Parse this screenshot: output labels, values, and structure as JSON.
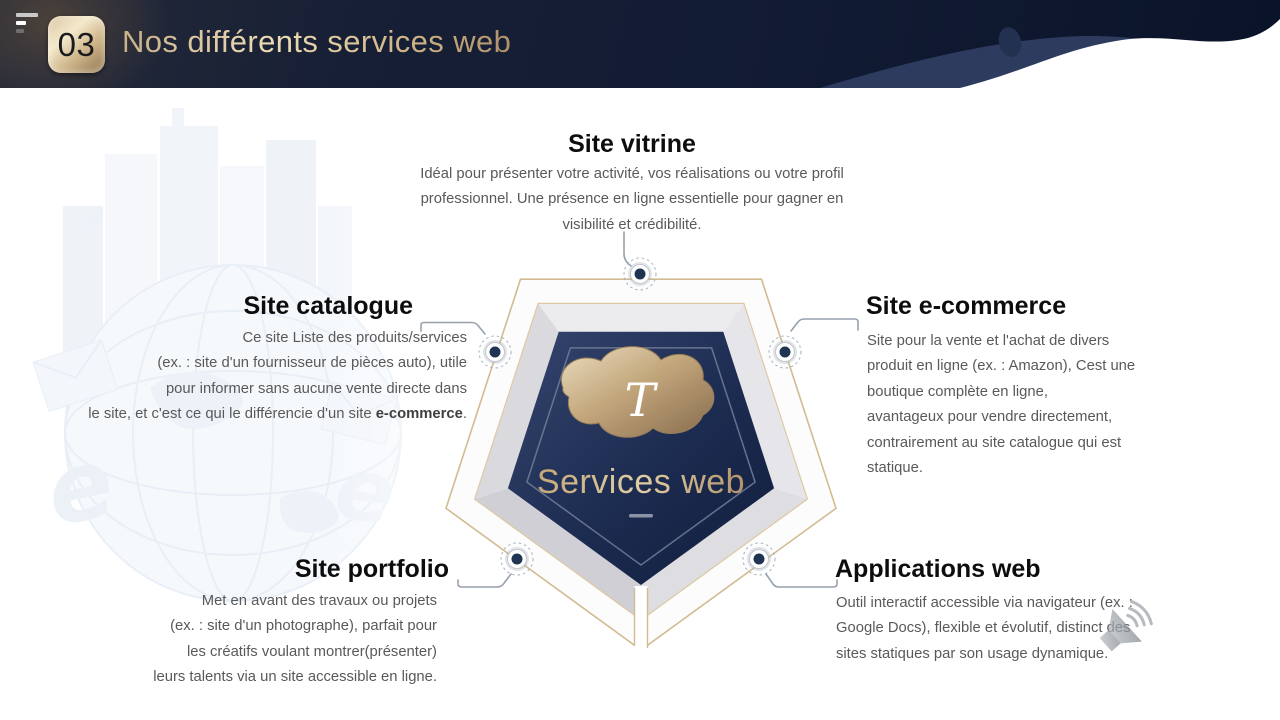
{
  "header": {
    "number": "03",
    "title": "Nos différents services web"
  },
  "diagram": {
    "center_title": "Services web",
    "logo_letter": "T"
  },
  "sections": {
    "vitrine": {
      "title": "Site vitrine",
      "body": "Idéal pour présenter votre activité, vos réalisations ou votre profil\nprofessionnel. Une présence en ligne essentielle pour gagner en\nvisibilité et crédibilité."
    },
    "catalogue": {
      "title": "Site catalogue",
      "body_start": "Ce site Liste des produits/services\n(ex. : site d'un fournisseur de pièces auto), utile\npour informer sans aucune vente directe dans\nle site, et c'est ce qui le différencie d'un site ",
      "body_bold": "e-commerce",
      "body_end": "."
    },
    "ecommerce": {
      "title": "Site e-commerce",
      "body": "Site pour la vente et l'achat de divers\nproduit en ligne (ex. : Amazon), Cest une\nboutique complète en ligne,\navantageux pour vendre directement,\ncontrairement au site catalogue qui est\nstatique."
    },
    "portfolio": {
      "title": "Site portfolio",
      "body": "Met en avant des travaux ou projets\n(ex. : site d'un photographe), parfait pour\nles créatifs voulant montrer(présenter)\nleurs talents via un site accessible en ligne."
    },
    "applications": {
      "title": "Applications web",
      "body": "Outil interactif accessible via navigateur (ex. :\nGoogle Docs), flexible et évolutif, distinct des\nsites statiques par son usage dynamique."
    }
  },
  "colors": {
    "header_navy": "#131c32",
    "gold": "#c9ad80",
    "gold_light": "#ecdcb6",
    "pentagon_navy": "#1c2b4f",
    "body_text": "#595959",
    "title_text": "#0d0d0d",
    "connector": "#97a1ae",
    "watermark_blue": "#e3ebf5"
  }
}
